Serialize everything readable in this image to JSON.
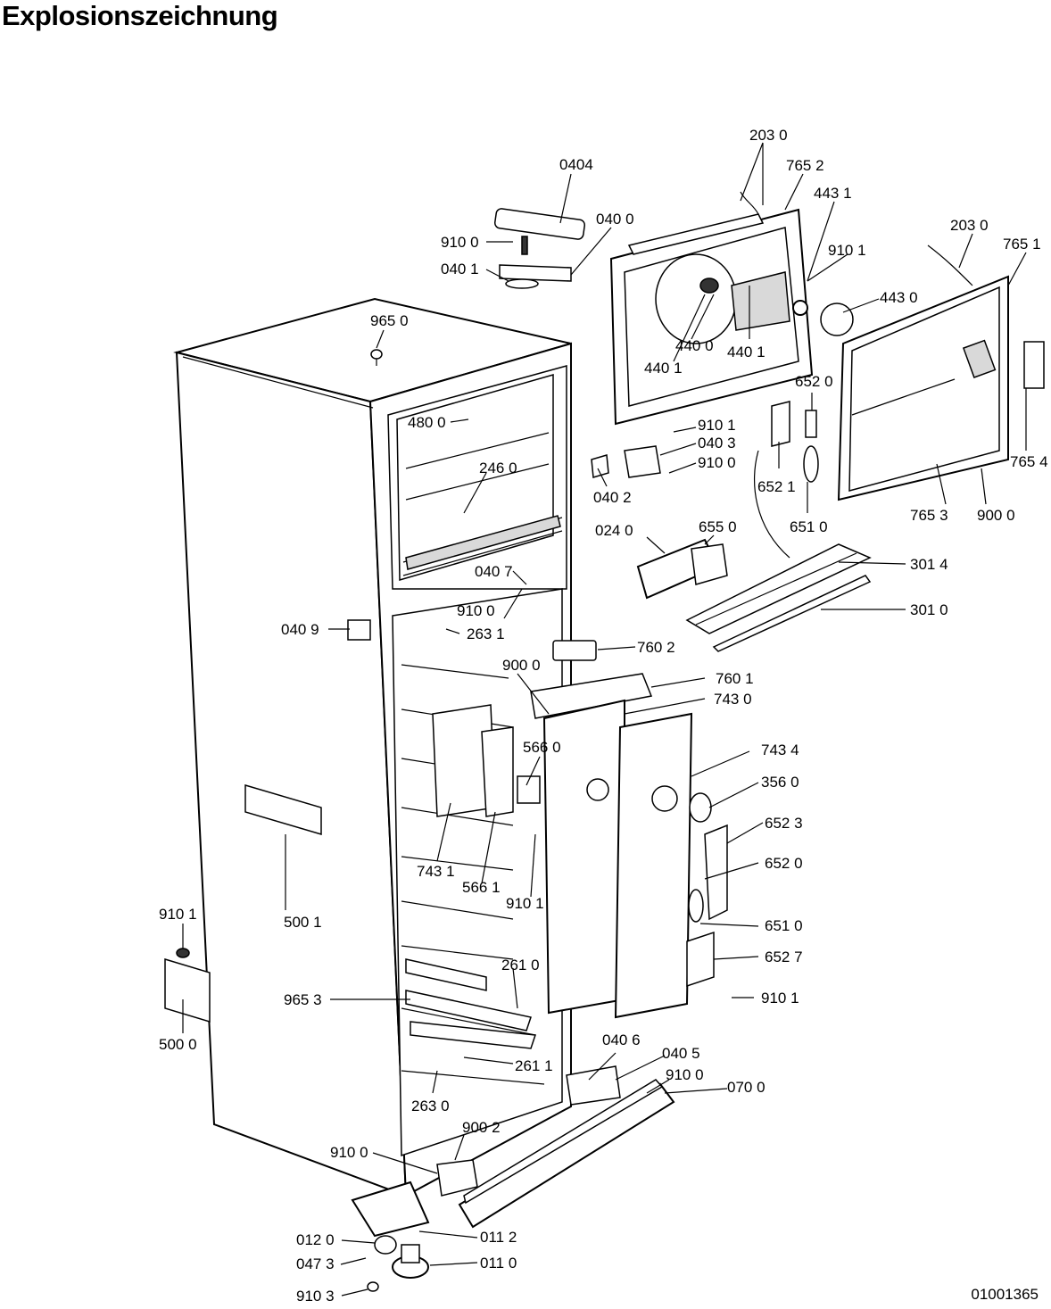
{
  "title": "Explosionszeichnung",
  "doc_number": "01001365",
  "parts": [
    {
      "id": "p0404",
      "label": "0404"
    },
    {
      "id": "p0400",
      "label": "040 0"
    },
    {
      "id": "p9100a",
      "label": "910 0"
    },
    {
      "id": "p0401",
      "label": "040 1"
    },
    {
      "id": "p2030a",
      "label": "203 0"
    },
    {
      "id": "p7652",
      "label": "765 2"
    },
    {
      "id": "p4431",
      "label": "443 1"
    },
    {
      "id": "p9101a",
      "label": "910 1"
    },
    {
      "id": "p4430",
      "label": "443 0"
    },
    {
      "id": "p4400",
      "label": "440 0"
    },
    {
      "id": "p4401a",
      "label": "440 1"
    },
    {
      "id": "p4401b",
      "label": "440 1"
    },
    {
      "id": "p2030b",
      "label": "203 0"
    },
    {
      "id": "p7651",
      "label": "765 1"
    },
    {
      "id": "p9650",
      "label": "965 0"
    },
    {
      "id": "p6520a",
      "label": "652 0"
    },
    {
      "id": "p9101b",
      "label": "910 1"
    },
    {
      "id": "p0403",
      "label": "040 3"
    },
    {
      "id": "p9100b",
      "label": "910 0"
    },
    {
      "id": "p4800",
      "label": "480 0"
    },
    {
      "id": "p2460",
      "label": "246 0"
    },
    {
      "id": "p0402",
      "label": "040 2"
    },
    {
      "id": "p6521",
      "label": "652 1"
    },
    {
      "id": "p6510a",
      "label": "651 0"
    },
    {
      "id": "p7654",
      "label": "765 4"
    },
    {
      "id": "p7653",
      "label": "765 3"
    },
    {
      "id": "p9000a",
      "label": "900 0"
    },
    {
      "id": "p0240",
      "label": "024 0"
    },
    {
      "id": "p6550",
      "label": "655 0"
    },
    {
      "id": "p3014",
      "label": "301 4"
    },
    {
      "id": "p0407",
      "label": "040 7"
    },
    {
      "id": "p9100c",
      "label": "910 0"
    },
    {
      "id": "p3010",
      "label": "301 0"
    },
    {
      "id": "p0409",
      "label": "040 9"
    },
    {
      "id": "p2631",
      "label": "263 1"
    },
    {
      "id": "p7602",
      "label": "760 2"
    },
    {
      "id": "p9000b",
      "label": "900 0"
    },
    {
      "id": "p7601",
      "label": "760 1"
    },
    {
      "id": "p7430",
      "label": "743 0"
    },
    {
      "id": "p5660",
      "label": "566 0"
    },
    {
      "id": "p7434",
      "label": "743 4"
    },
    {
      "id": "p3560",
      "label": "356 0"
    },
    {
      "id": "p6523",
      "label": "652 3"
    },
    {
      "id": "p6520b",
      "label": "652 0"
    },
    {
      "id": "p7431",
      "label": "743 1"
    },
    {
      "id": "p5661",
      "label": "566 1"
    },
    {
      "id": "p9101c",
      "label": "910 1"
    },
    {
      "id": "p9101d",
      "label": "910 1"
    },
    {
      "id": "p5001",
      "label": "500 1"
    },
    {
      "id": "p6510b",
      "label": "651 0"
    },
    {
      "id": "p6527",
      "label": "652 7"
    },
    {
      "id": "p2610",
      "label": "261 0"
    },
    {
      "id": "p9653",
      "label": "965 3"
    },
    {
      "id": "p9101e",
      "label": "910 1"
    },
    {
      "id": "p5000",
      "label": "500 0"
    },
    {
      "id": "p0406",
      "label": "040 6"
    },
    {
      "id": "p0405",
      "label": "040 5"
    },
    {
      "id": "p2611",
      "label": "261 1"
    },
    {
      "id": "p9100d",
      "label": "910 0"
    },
    {
      "id": "p0700",
      "label": "070 0"
    },
    {
      "id": "p2630",
      "label": "263 0"
    },
    {
      "id": "p9002",
      "label": "900 2"
    },
    {
      "id": "p9100e",
      "label": "910 0"
    },
    {
      "id": "p0120",
      "label": "012 0"
    },
    {
      "id": "p0112",
      "label": "011 2"
    },
    {
      "id": "p0473",
      "label": "047 3"
    },
    {
      "id": "p0110",
      "label": "011 0"
    },
    {
      "id": "p9103",
      "label": "910 3"
    }
  ]
}
